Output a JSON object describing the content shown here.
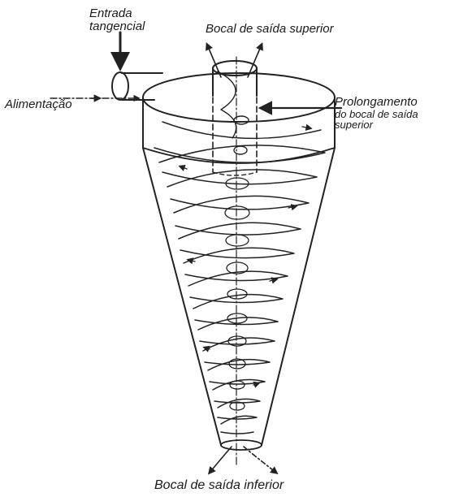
{
  "labels": {
    "entrada_line1": "Entrada",
    "entrada_line2": "tangencial",
    "bocal_saida_superior": "Bocal de saída superior",
    "alimentacao": "Alimentação",
    "prolongamento_line1": "Prolongamento",
    "prolongamento_line2": "do bocal de saída",
    "prolongamento_line3": "superior",
    "bocal_saida_inferior": "Bocal de saída inferior"
  },
  "colors": {
    "ink": "#222222",
    "background": "#ffffff"
  }
}
